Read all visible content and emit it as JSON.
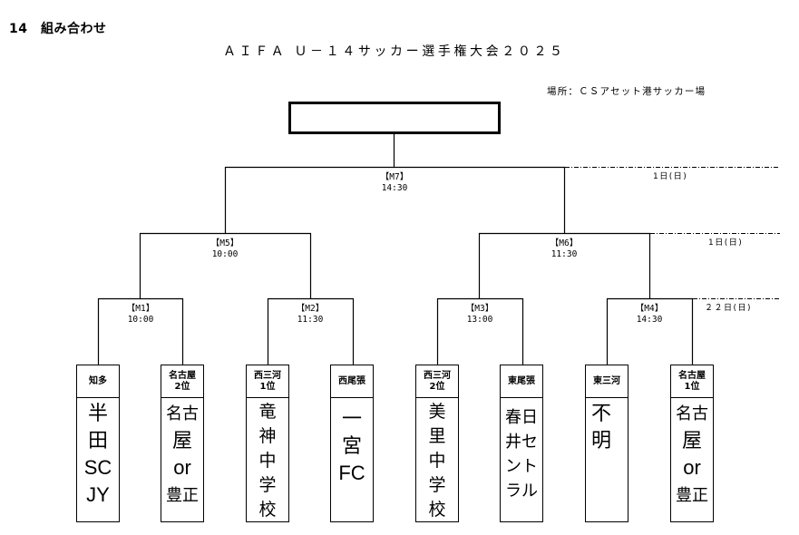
{
  "section_title": "14　組み合わせ",
  "main_title": "ＡＩＦＡ Ｕ－１４サッカー選手権大会２０２５",
  "venue": "場所：ＣＳアセット港サッカー場",
  "final": {
    "label": ""
  },
  "day_labels": [
    {
      "round": "final",
      "text": "1日(日)"
    },
    {
      "round": "semifinal",
      "text": "1日(日)"
    },
    {
      "round": "first_round",
      "text": "２２日(日)"
    }
  ],
  "matches": [
    {
      "id": "M7",
      "label": "【M7】",
      "time": "14:30"
    },
    {
      "id": "M5",
      "label": "【M5】",
      "time": "10:00"
    },
    {
      "id": "M6",
      "label": "【M6】",
      "time": "11:30"
    },
    {
      "id": "M1",
      "label": "【M1】",
      "time": "10:00"
    },
    {
      "id": "M2",
      "label": "【M2】",
      "time": "11:30"
    },
    {
      "id": "M3",
      "label": "【M3】",
      "time": "13:00"
    },
    {
      "id": "M4",
      "label": "【M4】",
      "time": "14:30"
    }
  ],
  "teams": [
    {
      "region": "知多",
      "rank": "",
      "name_lines": [
        "半",
        "田",
        "SC",
        "JY"
      ]
    },
    {
      "region": "名古屋",
      "rank": "2位",
      "name_lines": [
        "名古",
        "屋",
        "or",
        "豊正"
      ]
    },
    {
      "region": "西三河",
      "rank": "1位",
      "name_lines": [
        "竜",
        "神",
        "中",
        "学",
        "校"
      ]
    },
    {
      "region": "西尾張",
      "rank": "",
      "name_lines": [
        "",
        "一",
        "宮",
        "FC"
      ]
    },
    {
      "region": "西三河",
      "rank": "2位",
      "name_lines": [
        "美",
        "里",
        "中",
        "学",
        "校"
      ]
    },
    {
      "region": "東尾張",
      "rank": "",
      "name_lines": [
        "",
        "春日",
        "井セ",
        "ント",
        "ラル"
      ]
    },
    {
      "region": "東三河",
      "rank": "",
      "name_lines": [
        "不",
        "明"
      ]
    },
    {
      "region": "名古屋",
      "rank": "1位",
      "name_lines": [
        "名古",
        "屋",
        "or",
        "豊正"
      ]
    }
  ]
}
